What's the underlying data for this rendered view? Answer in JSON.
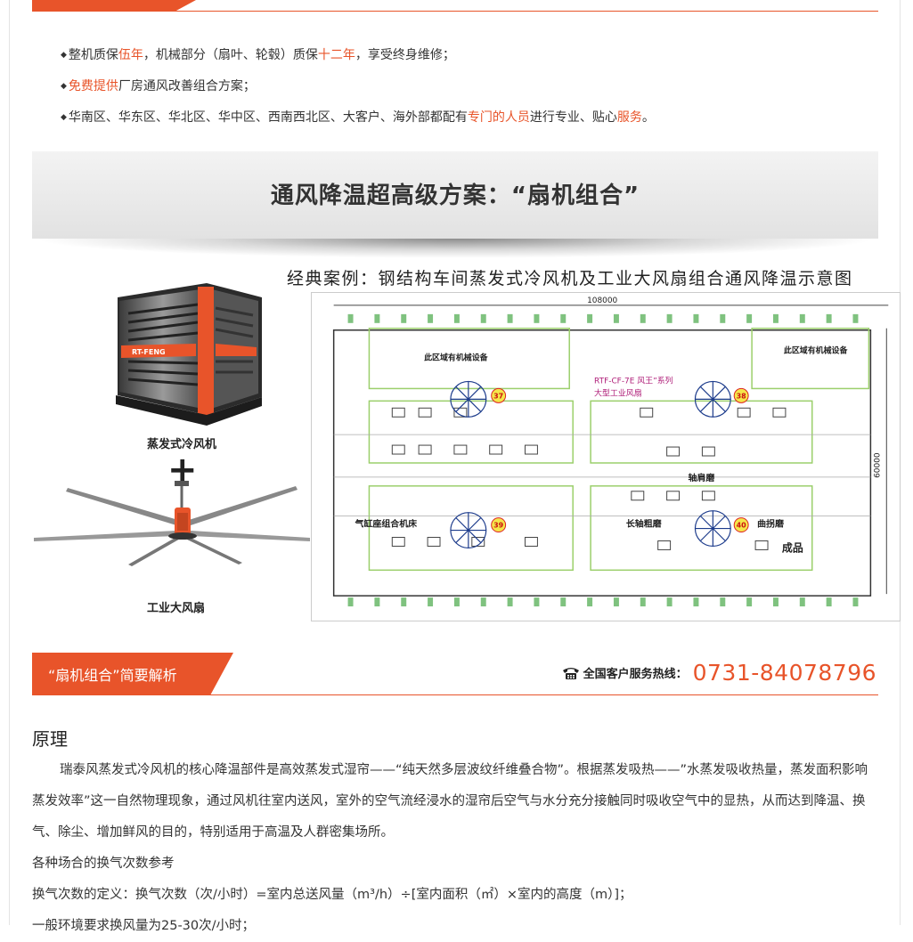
{
  "bullets": [
    {
      "parts": [
        "整机质保",
        "伍年",
        "，机械部分（扇叶、轮毂）质保",
        "十二年",
        "，享受终身维修；"
      ]
    },
    {
      "parts": [
        "",
        "免费提供",
        "厂房通风改善组合方案；"
      ]
    },
    {
      "parts": [
        "华南区、华东区、华北区、华中区、西南西北区、大客户、海外部都配有",
        "专门的人员",
        "进行专业、贴心",
        "服务",
        "。"
      ]
    }
  ],
  "plan_title": "通风降温超高级方案：“扇机组合”",
  "case_title": "经典案例：钢结构车间蒸发式冷风机及工业大风扇组合通风降温示意图",
  "cooler": {
    "label": "蒸发式冷风机",
    "brand": "RT-FENG"
  },
  "fan": {
    "label": "工业大风扇"
  },
  "plus_sign": "+",
  "layout_diagram": {
    "width_label": "108000",
    "height_label": "60000",
    "equipment_area_left": "此区域有机械设备",
    "equipment_area_right": "此区域有机械设备",
    "series_label": "RTF-CF-7E 风王”系列",
    "series_sub": "大型工业风扇",
    "fan_numbers": [
      "37",
      "38",
      "39",
      "40"
    ],
    "zones": [
      "轴肩磨",
      "气缸座组合机床",
      "长轴粗磨",
      "曲拐磨",
      "成品"
    ]
  },
  "section": {
    "tab_label": "“扇机组合”简要解析",
    "hotline_label": "全国客户服务热线：",
    "hotline_number": "0731-84078796"
  },
  "principle": {
    "title": "原理",
    "para1": "瑞泰风蒸发式冷风机的核心降温部件是高效蒸发式湿帘——“纯天然多层波纹纤维叠合物”。根据蒸发吸热——”水蒸发吸收热量，蒸发面积影响蒸发效率”这一自然物理现象，通过风机往室内送风，室外的空气流经浸水的湿帘后空气与水分充分接触同时吸收空气中的显热，从而达到降温、换气、除尘、增加鲜风的目的，特别适用于高温及人群密集场所。",
    "line2": "各种场合的换气次数参考",
    "line3": "换气次数的定义：换气次数（次/小时）=室内总送风量（m³/h）÷[室内面积（㎡）×室内的高度（m）]；",
    "line4": "一般环境要求换风量为25-30次/小时；"
  },
  "colors": {
    "accent": "#e8542a",
    "text": "#333333"
  }
}
